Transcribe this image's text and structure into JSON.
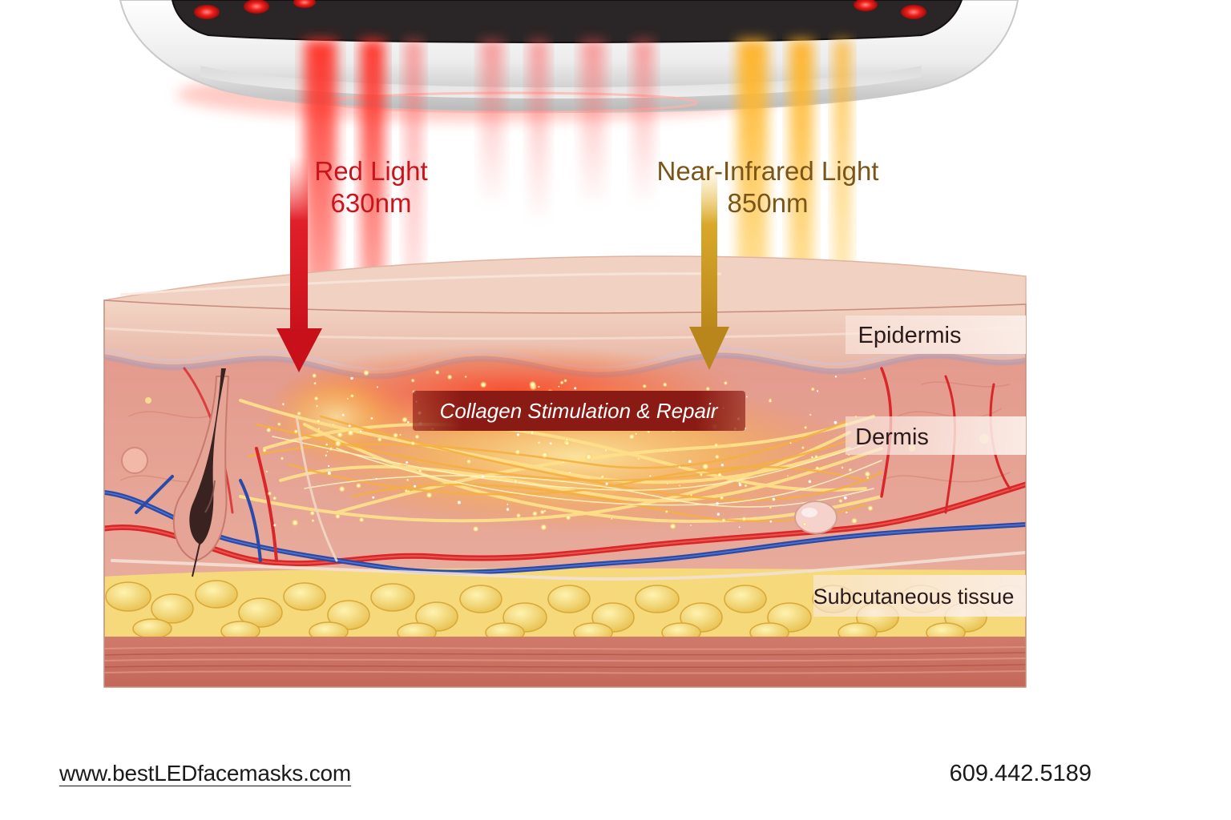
{
  "labels": {
    "red_light_title": "Red Light",
    "red_light_wavelength": "630nm",
    "nir_light_title": "Near-Infrared Light",
    "nir_light_wavelength": "850nm",
    "collagen_banner": "Collagen Stimulation & Repair",
    "layer_epidermis": "Epidermis",
    "layer_dermis": "Dermis",
    "layer_subcutaneous": "Subcutaneous tissue"
  },
  "footer": {
    "website": "www.bestLEDfacemasks.com",
    "phone": "609.442.5189"
  },
  "colors": {
    "red_light": "#d8141e",
    "nir_light": "#d4a21c",
    "red_label": "#c8141c",
    "nir_label": "#7a5418",
    "device_shell": "#eeeeee",
    "epidermis": "#ecc4b4",
    "dermis": "#e4a090",
    "fat": "#f2d46a",
    "muscle": "#c86a5c",
    "artery": "#d8262a",
    "vein": "#2a4aa8",
    "collagen": "#ffd268",
    "text_dark": "#1a1a1a"
  }
}
